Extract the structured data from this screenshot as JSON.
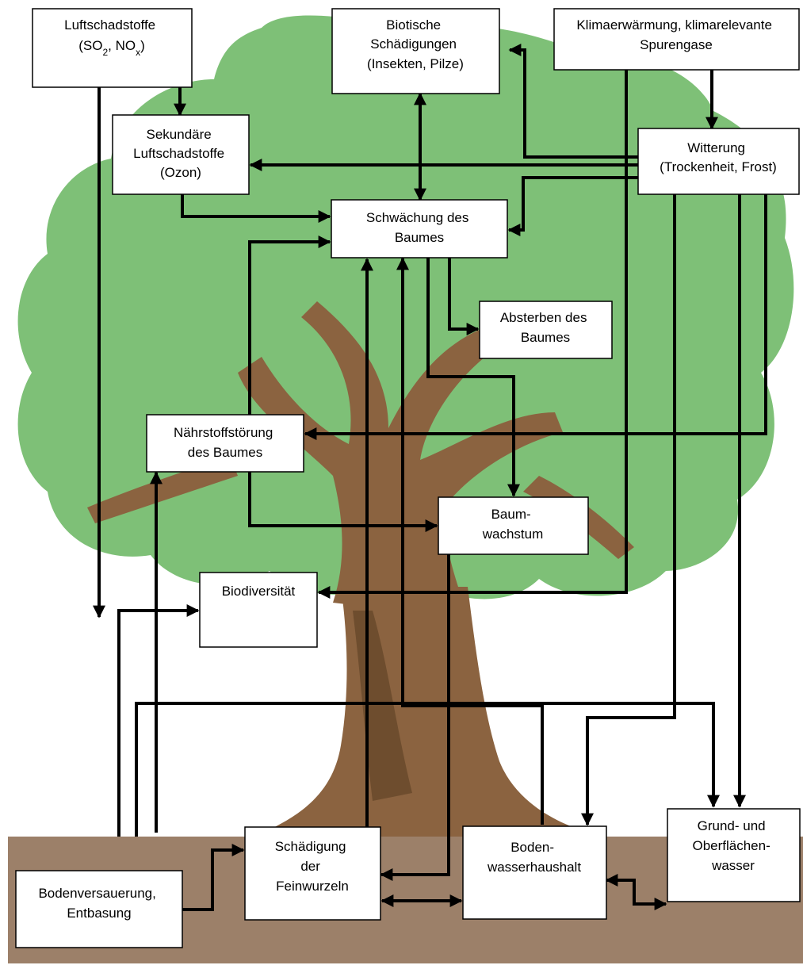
{
  "colors": {
    "foliage": "#7ec077",
    "trunk": "#8b6340",
    "trunk_dark": "#6e4d2e",
    "ground": "#9c8069",
    "ground_dark": "#8b6f58",
    "box_fill": "#ffffff",
    "stroke": "#000000"
  },
  "nodes": {
    "luftschadstoffe": {
      "lines": [
        "Luftschadstoffe",
        "(SO2, NOx)"
      ]
    },
    "biotische": {
      "lines": [
        "Biotische",
        "Schädigungen",
        "(Insekten, Pilze)"
      ]
    },
    "klima": {
      "lines": [
        "Klimaerwärmung, klimarelevante",
        "Spurengase"
      ]
    },
    "sekundaer": {
      "lines": [
        "Sekundäre",
        "Luftschadstoffe",
        "(Ozon)"
      ]
    },
    "witterung": {
      "lines": [
        "Witterung",
        "(Trockenheit, Frost)"
      ]
    },
    "schwaechung": {
      "lines": [
        "Schwächung des",
        "Baumes"
      ]
    },
    "absterben": {
      "lines": [
        "Absterben des",
        "Baumes"
      ]
    },
    "naehrstoff": {
      "lines": [
        "Nährstoffstörung",
        "des Baumes"
      ]
    },
    "wachstum": {
      "lines": [
        "Baum-",
        "wachstum"
      ]
    },
    "biodiversitaet": {
      "lines": [
        "Biodiversität"
      ]
    },
    "bodenversauerung": {
      "lines": [
        "Bodenversauerung,",
        "Entbasung"
      ]
    },
    "feinwurzeln": {
      "lines": [
        "Schädigung",
        "der",
        "Feinwurzeln"
      ]
    },
    "bodenwasser": {
      "lines": [
        "Boden-",
        "wasserhaushalt"
      ]
    },
    "grundwasser": {
      "lines": [
        "Grund- und",
        "Oberflächen-",
        "wasser"
      ]
    }
  }
}
